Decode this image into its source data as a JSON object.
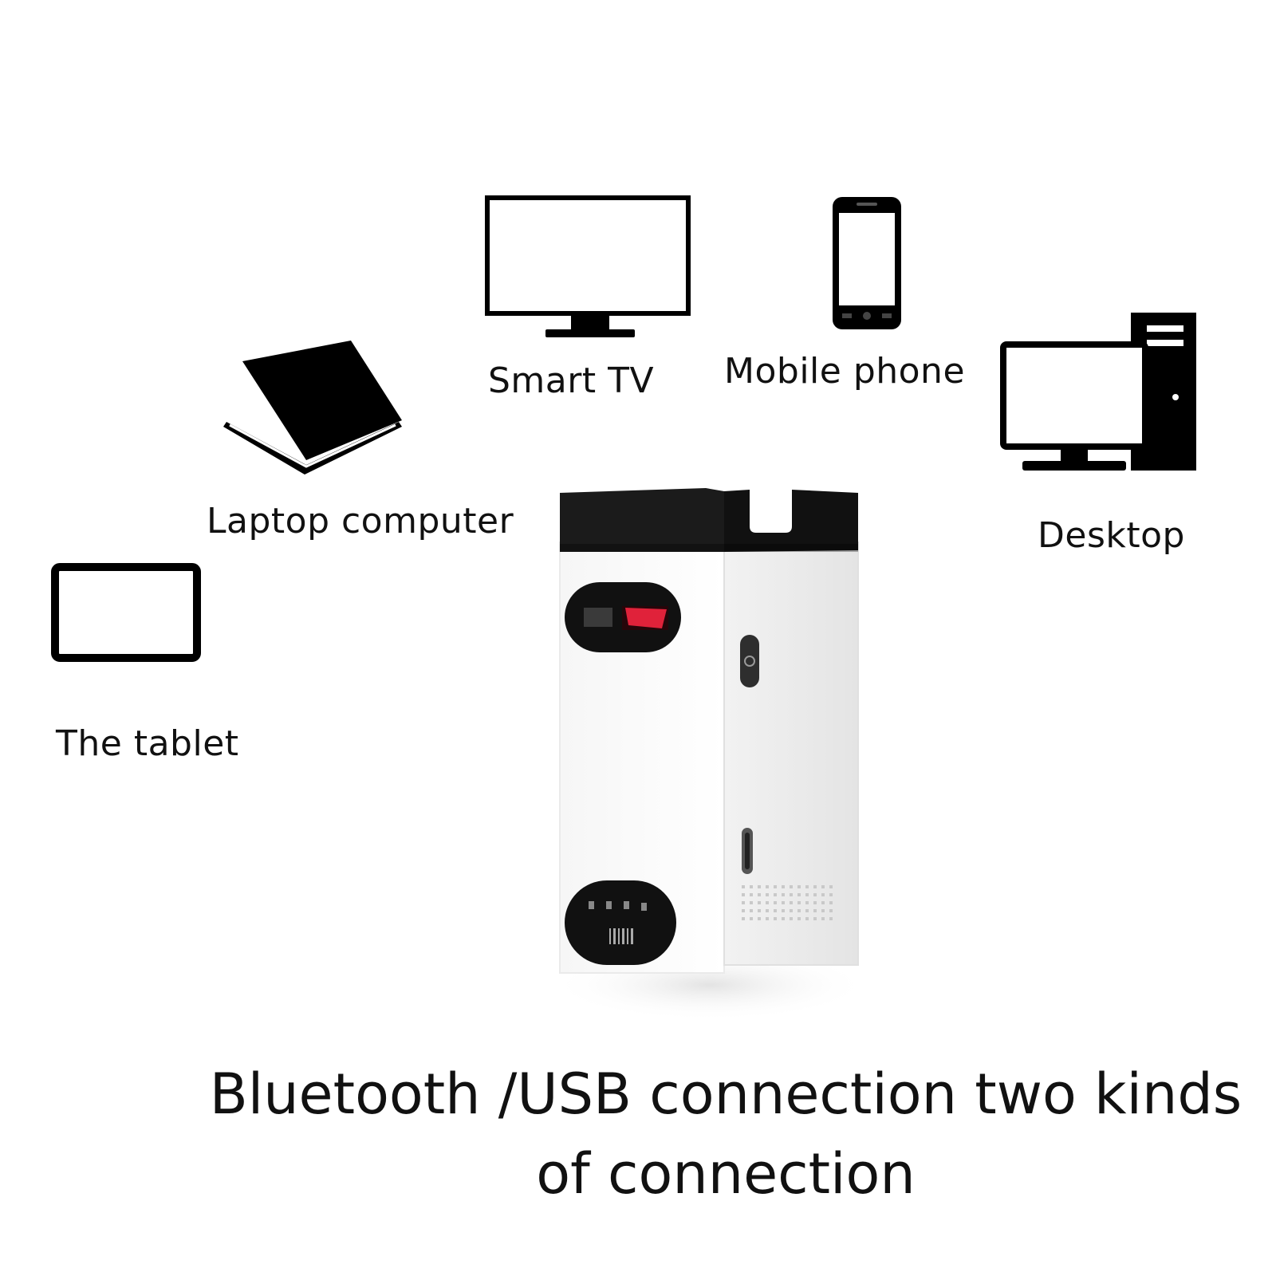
{
  "devices": {
    "tablet": {
      "label": "The tablet",
      "icon": "tablet-icon"
    },
    "laptop": {
      "label": "Laptop computer",
      "icon": "laptop-icon"
    },
    "smart_tv": {
      "label": "Smart TV",
      "icon": "tv-icon"
    },
    "mobile_phone": {
      "label": "Mobile phone",
      "icon": "phone-icon"
    },
    "desktop": {
      "label": "Desktop",
      "icon": "desktop-computer-icon"
    }
  },
  "product": {
    "name": "virtual-laser-keyboard-device",
    "laser_color": "#e0223a"
  },
  "caption": {
    "line1": "Bluetooth /USB connection two kinds",
    "line2": "of connection"
  }
}
